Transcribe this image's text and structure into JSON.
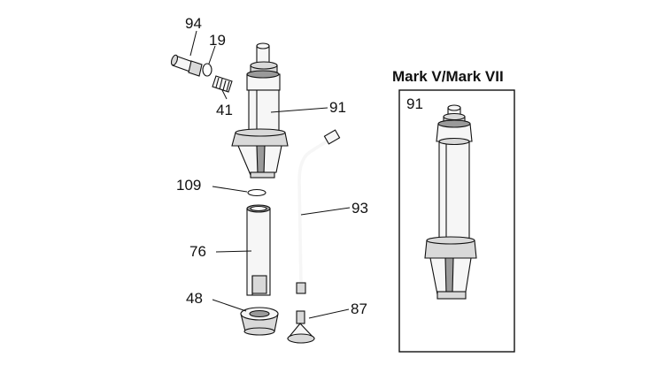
{
  "callouts": {
    "c94": "94",
    "c19": "19",
    "c41": "41",
    "c91": "91",
    "c109": "109",
    "c93": "93",
    "c76": "76",
    "c48": "48",
    "c87": "87"
  },
  "inset": {
    "title": "Mark V/Mark VII",
    "callout": "91"
  }
}
